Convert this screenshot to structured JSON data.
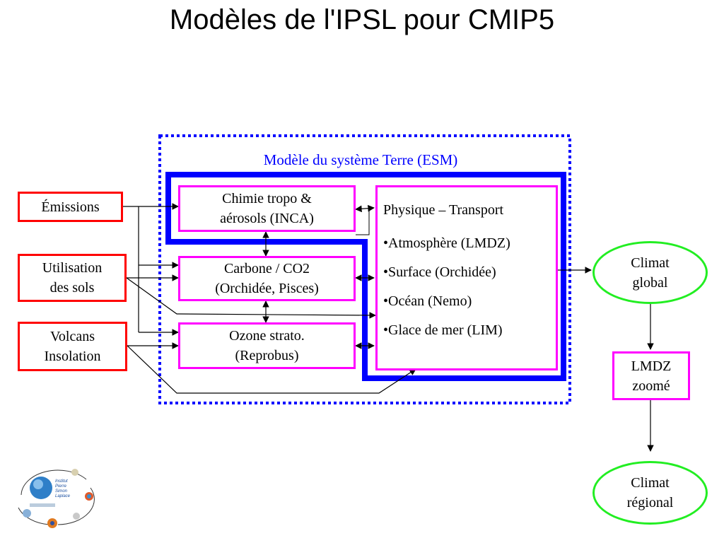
{
  "title": "Modèles de l'IPSL pour CMIP5",
  "esm_label": "Modèle du système Terre (ESM)",
  "inputs": [
    {
      "line1": "Émissions",
      "line2": ""
    },
    {
      "line1": "Utilisation",
      "line2": "des sols"
    },
    {
      "line1": "Volcans",
      "line2": "Insolation"
    }
  ],
  "components": [
    {
      "line1": "Chimie tropo &",
      "line2": "aérosols (INCA)"
    },
    {
      "line1": "Carbone / CO2",
      "line2": "(Orchidée, Pisces)"
    },
    {
      "line1": "Ozone strato.",
      "line2": "(Reprobus)"
    }
  ],
  "physics": {
    "heading": "Physique – Transport",
    "items": [
      "•Atmosphère (LMDZ)",
      "•Surface (Orchidée)",
      "•Océan (Nemo)",
      "•Glace de mer (LIM)"
    ]
  },
  "outputs": {
    "global": {
      "line1": "Climat",
      "line2": "global"
    },
    "zoom": {
      "line1": "LMDZ",
      "line2": "zoomé"
    },
    "regional": {
      "line1": "Climat",
      "line2": "régional"
    }
  },
  "colors": {
    "esm_border": "#0000ff",
    "physics_border": "#0000ff",
    "inputs_border": "#ff0000",
    "components_border": "#ff00ff",
    "climate_border": "#22ee22"
  },
  "logo": {
    "icon": "ipsl-logo-icon",
    "text_line1": "Institut",
    "text_line2": "Pierre",
    "text_line3": "Simon",
    "text_line4": "Laplace"
  }
}
